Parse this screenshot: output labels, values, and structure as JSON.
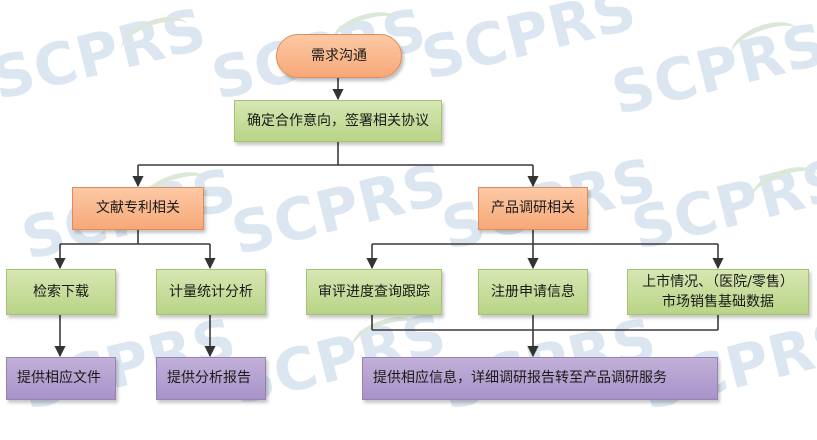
{
  "watermark": "SCPRS",
  "nodes": {
    "top": "需求沟通",
    "agreement": "确定合作意向，签署相关协议",
    "literature": "文献专利相关",
    "product": "产品调研相关",
    "search": "检索下载",
    "metrics": "计量统计分析",
    "review": "审评进度查询跟踪",
    "registration": "注册申请信息",
    "market": "上市情况、（医院/零售）市场销售基础数据",
    "provide_docs": "提供相应文件",
    "provide_report": "提供分析报告",
    "provide_info": "提供相应信息，详细调研报告转至产品调研服务"
  }
}
